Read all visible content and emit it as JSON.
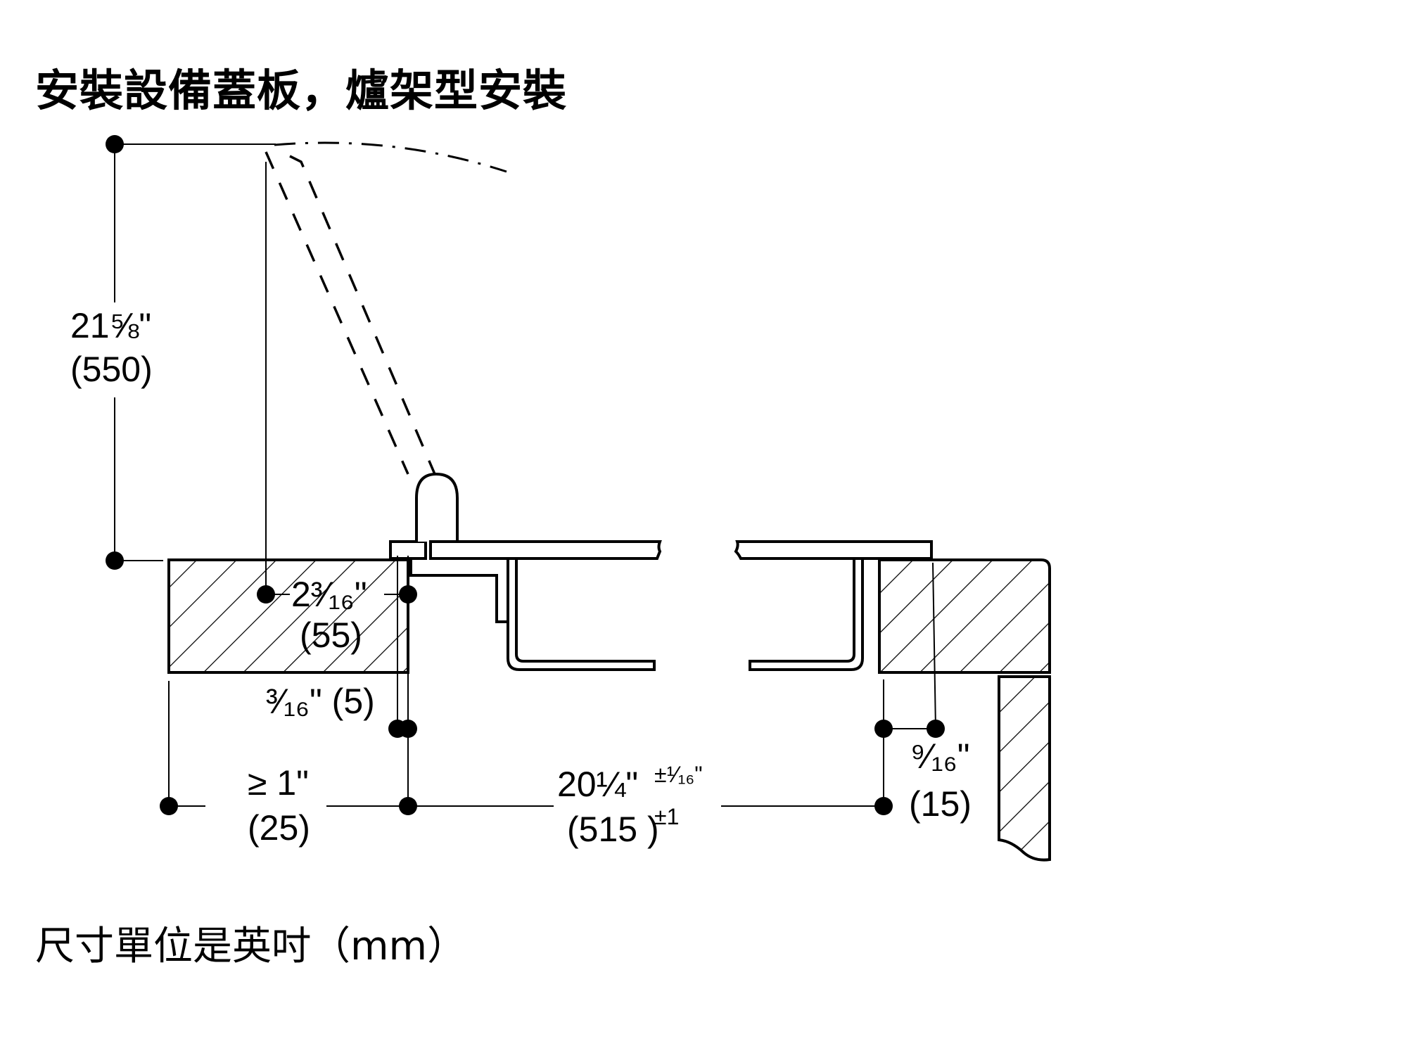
{
  "title": "安裝設備蓋板，爐架型安裝",
  "footnote": "尺寸單位是英吋（mm）",
  "dimensions": {
    "lid_height": {
      "imperial": "21⅝\"",
      "metric": "(550)"
    },
    "hinge_offset": {
      "imperial": "2³⁄₁₆\"",
      "metric": "(55)"
    },
    "edge_gap": {
      "imperial": "³⁄₁₆\" (5)"
    },
    "min_side_clearance": {
      "imperial": "≥ 1\"",
      "metric": "(25)"
    },
    "cutout_width": {
      "imperial": "20¼\"",
      "tolerance_imperial": "±¹⁄₁₆\"",
      "metric": "(515 )",
      "tolerance_metric": "±1"
    },
    "overlap": {
      "imperial": "⁹⁄₁₆\"",
      "metric": "(15)"
    }
  },
  "colors": {
    "line": "#000000",
    "background": "#ffffff"
  }
}
